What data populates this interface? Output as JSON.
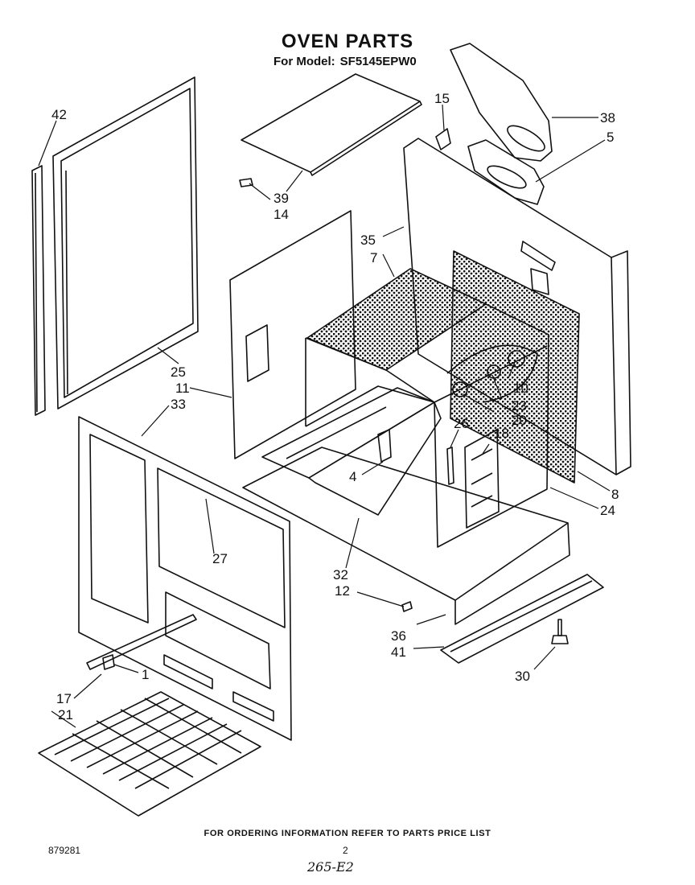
{
  "header": {
    "title": "OVEN PARTS",
    "model_label": "For Model:",
    "model_number": "SF5145EPW0"
  },
  "callouts": [
    "42",
    "39",
    "14",
    "15",
    "38",
    "5",
    "35",
    "7",
    "25",
    "11",
    "33",
    "10",
    "23",
    "20",
    "26",
    "18",
    "4",
    "8",
    "24",
    "27",
    "32",
    "12",
    "36",
    "41",
    "30",
    "1",
    "17",
    "21"
  ],
  "footer": {
    "ordering_note": "FOR ORDERING INFORMATION REFER TO PARTS PRICE LIST",
    "doc_number": "879281",
    "page_number": "2",
    "handwritten_note": "265-E2"
  }
}
